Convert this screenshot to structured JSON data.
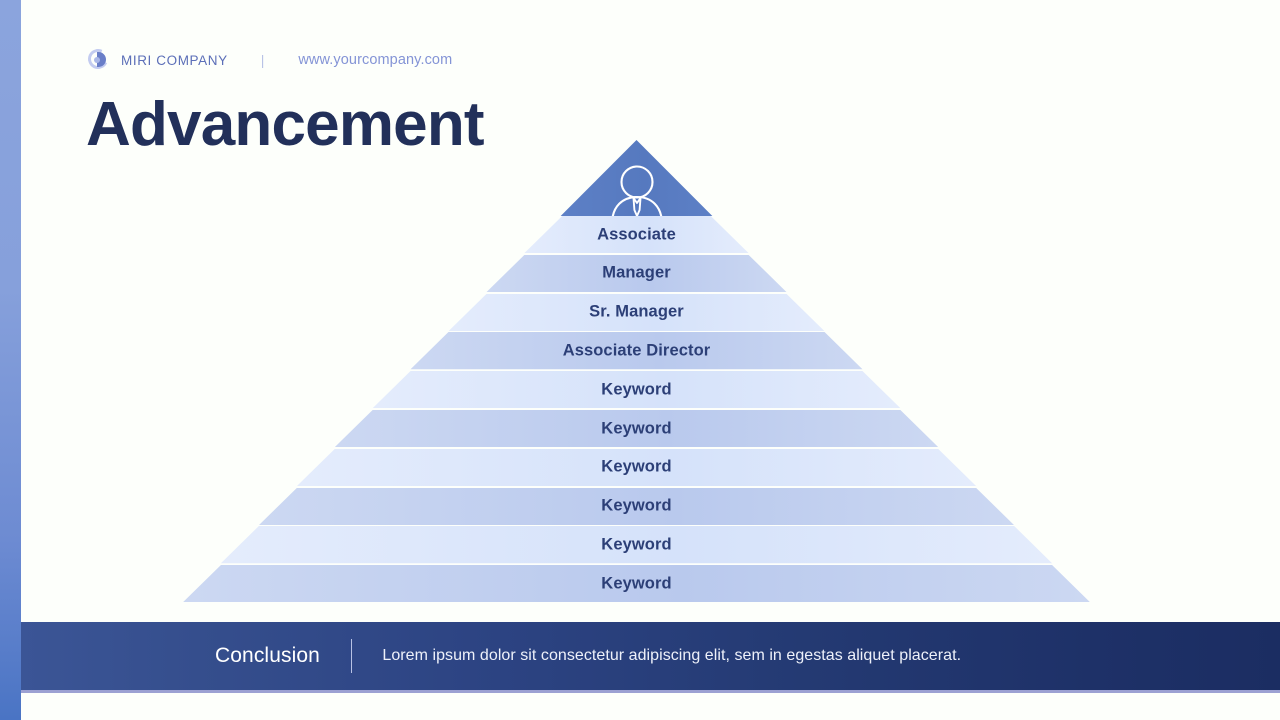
{
  "header": {
    "logo_icon": "company-logo-icon",
    "brand": "MIRI COMPANY",
    "separator": "|",
    "url": "www.yourcompany.com"
  },
  "title": "Advancement",
  "pyramid": {
    "apex_icon": "person-icon",
    "tiers": [
      {
        "label": "",
        "tone": "apex"
      },
      {
        "label": "Associate",
        "tone": "light"
      },
      {
        "label": "Manager",
        "tone": "dark"
      },
      {
        "label": "Sr. Manager",
        "tone": "light"
      },
      {
        "label": "Associate Director",
        "tone": "dark"
      },
      {
        "label": "Keyword",
        "tone": "light"
      },
      {
        "label": "Keyword",
        "tone": "dark"
      },
      {
        "label": "Keyword",
        "tone": "light"
      },
      {
        "label": "Keyword",
        "tone": "dark"
      },
      {
        "label": "Keyword",
        "tone": "light"
      },
      {
        "label": "Keyword",
        "tone": "dark"
      }
    ]
  },
  "conclusion": {
    "label": "Conclusion",
    "divider": "|",
    "text": "Lorem ipsum dolor sit consectetur adipiscing elit, sem in egestas aliquet placerat."
  },
  "colors": {
    "background": "#fdfffb",
    "accent_stripe": "#86a0db",
    "title": "#22305a",
    "brand": "#5c6fb8",
    "url": "#8494d6",
    "tier_text": "#2c3f77",
    "apex_blue": "#5a7cc2",
    "tier_light": "#e0e9fb",
    "tier_dark": "#c3d1f0",
    "bar_left": "#3b5596",
    "bar_right": "#1b2d62"
  }
}
